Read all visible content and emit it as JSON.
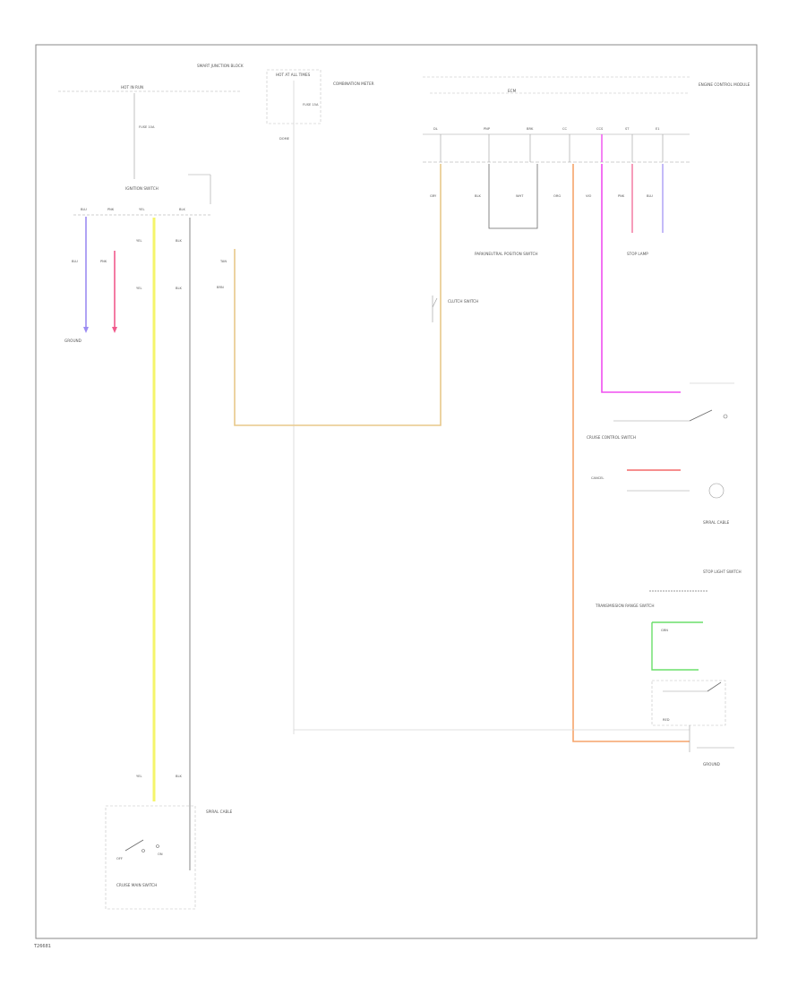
{
  "footer": {
    "code": "T26681"
  },
  "labels": {
    "hot_run_start": "HOT IN RUN",
    "smart_junction": "SMART JUNCTION BLOCK",
    "fuse_10a": "FUSE 10A",
    "stop_hot": "HOT AT ALL TIMES",
    "combination_meter": "COMBINATION METER",
    "fuse_15a": "FUSE 15A",
    "fuse_dome": "DOME",
    "ignition_switch": "IGNITION SWITCH",
    "ecm": "ECM",
    "ground_left": "GROUND",
    "dl_pin": "DL",
    "pnp_lbl": "PNP",
    "brk_lbl": "BRK",
    "cc_lbl": "CC",
    "ccs_lbl": "CCS",
    "st_lbl": "ST",
    "e1_lbl": "E1",
    "engine_conn": "ENGINE CONTROL MODULE",
    "cruise_sw": "CRUISE CONTROL SWITCH",
    "brake_switch": "STOP LIGHT SWITCH",
    "trans_range": "TRANSMISSION RANGE SWITCH",
    "clutch_switch": "CLUTCH SWITCH",
    "park_neutral": "PARK/NEUTRAL POSITION SWITCH",
    "cruise_main": "CRUISE MAIN SWITCH",
    "on_lbl": "ON",
    "off_lbl": "OFF",
    "cancel_lbl": "CANCEL",
    "spiral": "SPIRAL CABLE",
    "gnd_right": "GROUND",
    "stop_lamp": "STOP LAMP",
    "wire_yel": "YEL",
    "wire_blk": "BLK",
    "wire_blu": "BLU",
    "wire_pnk": "PNK",
    "wire_grn": "GRN",
    "wire_org": "ORG",
    "wire_wht": "WHT",
    "wire_vio": "VIO",
    "wire_tan": "TAN",
    "wire_red": "RED",
    "wire_brn": "BRN",
    "wire_gry": "GRY"
  },
  "colors": {
    "frame": "#8a8a8a",
    "wire_yellow": "#f5f56a",
    "wire_black": "#5a5a5a",
    "wire_blue": "#9c8cf2",
    "wire_pink": "#f05a8c",
    "wire_magenta": "#f04ef0",
    "wire_orange": "#f5a46a",
    "wire_green": "#6adf6a",
    "wire_tan": "#e8c88a",
    "wire_olive": "#e0e09a",
    "wire_white": "#e6e6e6",
    "wire_red": "#f04a4a"
  }
}
